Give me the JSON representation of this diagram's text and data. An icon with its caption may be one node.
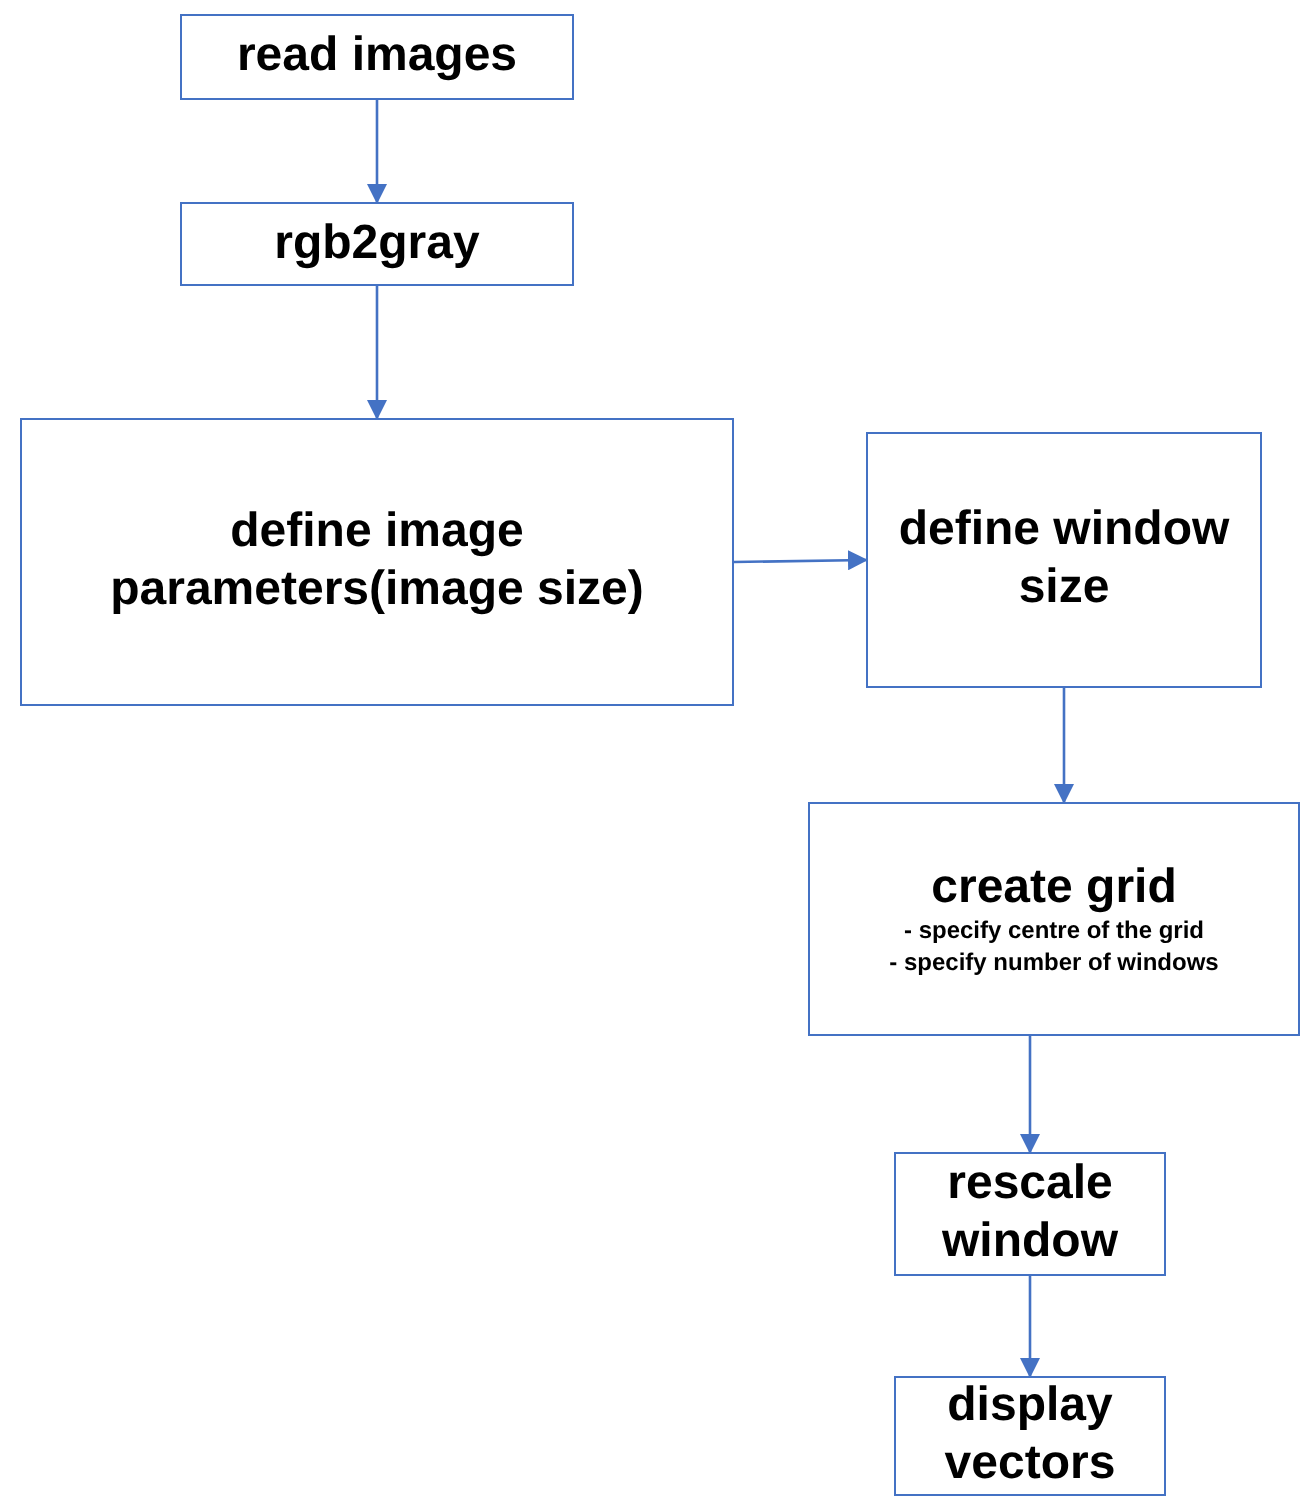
{
  "diagram": {
    "nodes": [
      {
        "text": [
          "read images"
        ]
      },
      {
        "text": [
          "rgb2gray"
        ]
      },
      {
        "text": [
          "define image parameters(image size)"
        ]
      },
      {
        "text": [
          "define window size"
        ]
      },
      {
        "text": [
          "create grid",
          "- specify centre of the grid",
          "- specify number of windows"
        ]
      },
      {
        "text": [
          "rescale window"
        ]
      },
      {
        "text": [
          "display vectors"
        ]
      }
    ],
    "edges": [
      {
        "from": 0,
        "to": 1,
        "arrow": "to"
      },
      {
        "from": 1,
        "to": 2,
        "arrow": "to"
      },
      {
        "from": 2,
        "to": 3,
        "arrow": "to"
      },
      {
        "from": 3,
        "to": 4,
        "arrow": "to"
      },
      {
        "from": 4,
        "to": 5,
        "arrow": "to"
      },
      {
        "from": 5,
        "to": 6,
        "arrow": "to"
      }
    ]
  }
}
